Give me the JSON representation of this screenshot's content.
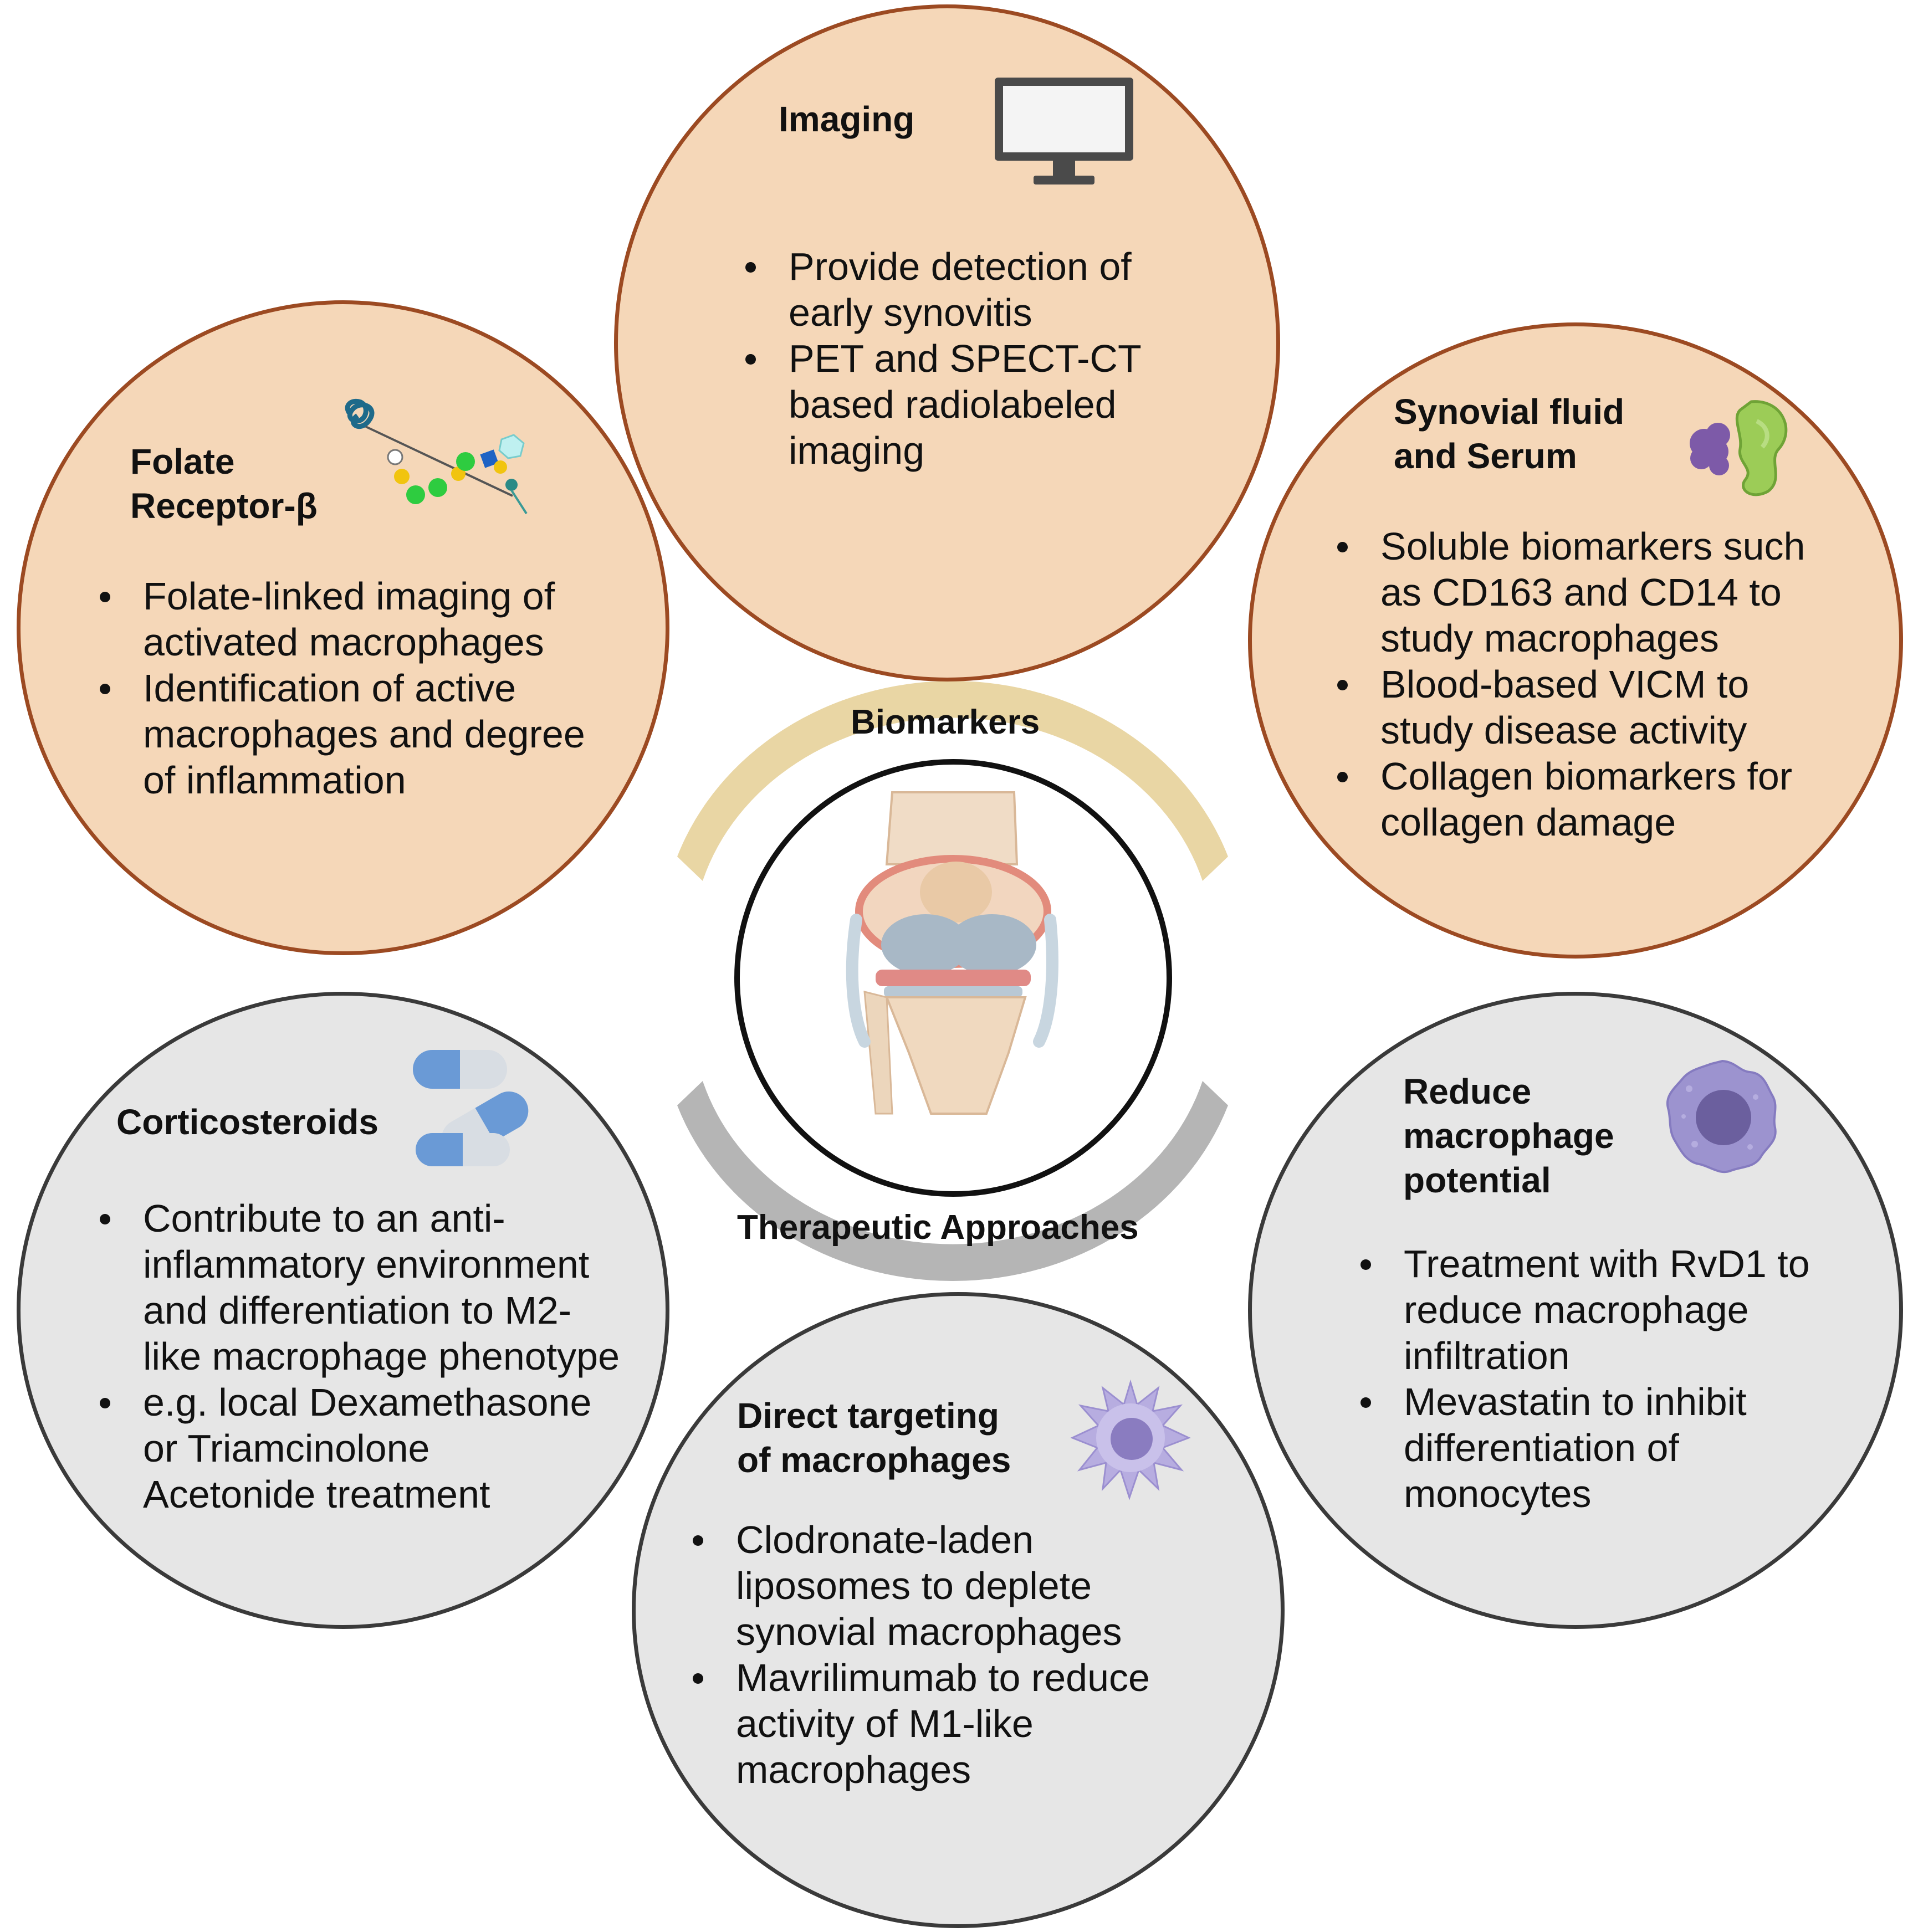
{
  "center": {
    "top_label": "Biomarkers",
    "bottom_label": "Therapeutic Approaches",
    "image": "knee-joint-icon"
  },
  "biomarkers": {
    "color_fill": "#f5d7b8",
    "color_border": "#9c4a22",
    "imaging": {
      "title": "Imaging",
      "icon": "monitor-icon",
      "points": [
        "Provide detection of\nearly synovitis",
        "PET and SPECT-CT\nbased radiolabeled\nimaging"
      ]
    },
    "folate": {
      "title": "Folate\nReceptor-β",
      "icon": "glycan-chain-icon",
      "points": [
        "Folate-linked imaging of\nactivated macrophages",
        "Identification of active\nmacrophages and degree\nof inflammation"
      ]
    },
    "synovial": {
      "title": "Synovial fluid\nand Serum",
      "icon": "proteins-icon",
      "points": [
        "Soluble biomarkers such\nas CD163 and CD14 to\nstudy macrophages",
        "Blood-based VICM to\nstudy disease activity",
        "Collagen biomarkers for\ncollagen damage"
      ]
    }
  },
  "therapeutics": {
    "color_fill": "#e6e6e6",
    "color_border": "#3a3a3a",
    "corticosteroids": {
      "title": "Corticosteroids",
      "icon": "capsules-icon",
      "points": [
        "Contribute to an anti-\ninflammatory environment\nand differentiation to M2-\nlike macrophage phenotype",
        "e.g. local Dexamethasone\nor Triamcinolone\nAcetonide treatment"
      ]
    },
    "direct": {
      "title": "Direct targeting\nof macrophages",
      "icon": "macrophage-icon",
      "points": [
        "Clodronate-laden\nliposomes to deplete\nsynovial macrophages",
        "Mavrilimumab to reduce\nactivity of M1-like\nmacrophages"
      ]
    },
    "reduce": {
      "title": "Reduce\nmacrophage\npotential",
      "icon": "monocyte-icon",
      "points": [
        "Treatment with RvD1 to\nreduce macrophage\ninfiltration",
        "Mevastatin to inhibit\ndifferentiation of\nmonocytes"
      ]
    }
  }
}
